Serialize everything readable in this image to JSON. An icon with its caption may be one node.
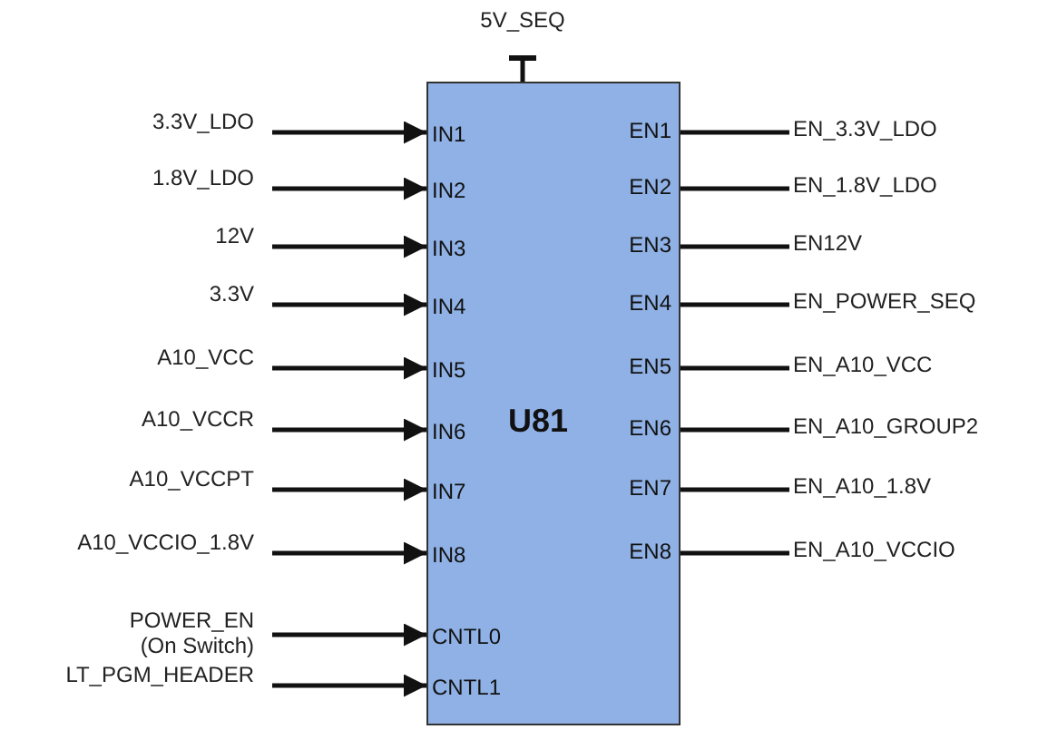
{
  "diagram": {
    "nodes": [
      {
        "text": [
          "U81",
          "IN1",
          "IN2",
          "IN3",
          "IN4",
          "IN5",
          "IN6",
          "IN7",
          "IN8",
          "CNTL0",
          "CNTL1",
          "EN1",
          "EN2",
          "EN3",
          "EN4",
          "EN5",
          "EN6",
          "EN7",
          "EN8"
        ]
      },
      {
        "text": [
          "5V_SEQ"
        ]
      },
      {
        "text": [
          "3.3V_LDO"
        ]
      },
      {
        "text": [
          "1.8V_LDO"
        ]
      },
      {
        "text": [
          "12V"
        ]
      },
      {
        "text": [
          "3.3V"
        ]
      },
      {
        "text": [
          "A10_VCC"
        ]
      },
      {
        "text": [
          "A10_VCCR"
        ]
      },
      {
        "text": [
          "A10_VCCPT"
        ]
      },
      {
        "text": [
          "A10_VCCIO_1.8V"
        ]
      },
      {
        "text": [
          "POWER_EN (On Switch)"
        ]
      },
      {
        "text": [
          "LT_PGM_HEADER"
        ]
      },
      {
        "text": [
          "EN_3.3V_LDO"
        ]
      },
      {
        "text": [
          "EN_1.8V_LDO"
        ]
      },
      {
        "text": [
          "EN12V"
        ]
      },
      {
        "text": [
          "EN_POWER_SEQ"
        ]
      },
      {
        "text": [
          "EN_A10_VCC"
        ]
      },
      {
        "text": [
          "EN_A10_GROUP2"
        ]
      },
      {
        "text": [
          "EN_A10_1.8V"
        ]
      },
      {
        "text": [
          "EN_A10_VCCIO"
        ]
      }
    ],
    "edges": [
      {
        "from": 1,
        "to": 0,
        "arrow": "other"
      },
      {
        "from": 2,
        "to": 0,
        "arrow": "to"
      },
      {
        "from": 3,
        "to": 0,
        "arrow": "to"
      },
      {
        "from": 4,
        "to": 0,
        "arrow": "to"
      },
      {
        "from": 5,
        "to": 0,
        "arrow": "to"
      },
      {
        "from": 6,
        "to": 0,
        "arrow": "to"
      },
      {
        "from": 7,
        "to": 0,
        "arrow": "to"
      },
      {
        "from": 8,
        "to": 0,
        "arrow": "to"
      },
      {
        "from": 9,
        "to": 0,
        "arrow": "to"
      },
      {
        "from": 10,
        "to": 0,
        "arrow": "to"
      },
      {
        "from": 11,
        "to": 0,
        "arrow": "to"
      },
      {
        "from": 0,
        "to": 12,
        "arrow": "none"
      },
      {
        "from": 0,
        "to": 13,
        "arrow": "none"
      },
      {
        "from": 0,
        "to": 14,
        "arrow": "none"
      },
      {
        "from": 0,
        "to": 15,
        "arrow": "none"
      },
      {
        "from": 0,
        "to": 16,
        "arrow": "none"
      },
      {
        "from": 0,
        "to": 17,
        "arrow": "none"
      },
      {
        "from": 0,
        "to": 18,
        "arrow": "none"
      },
      {
        "from": 0,
        "to": 19,
        "arrow": "none"
      }
    ]
  }
}
